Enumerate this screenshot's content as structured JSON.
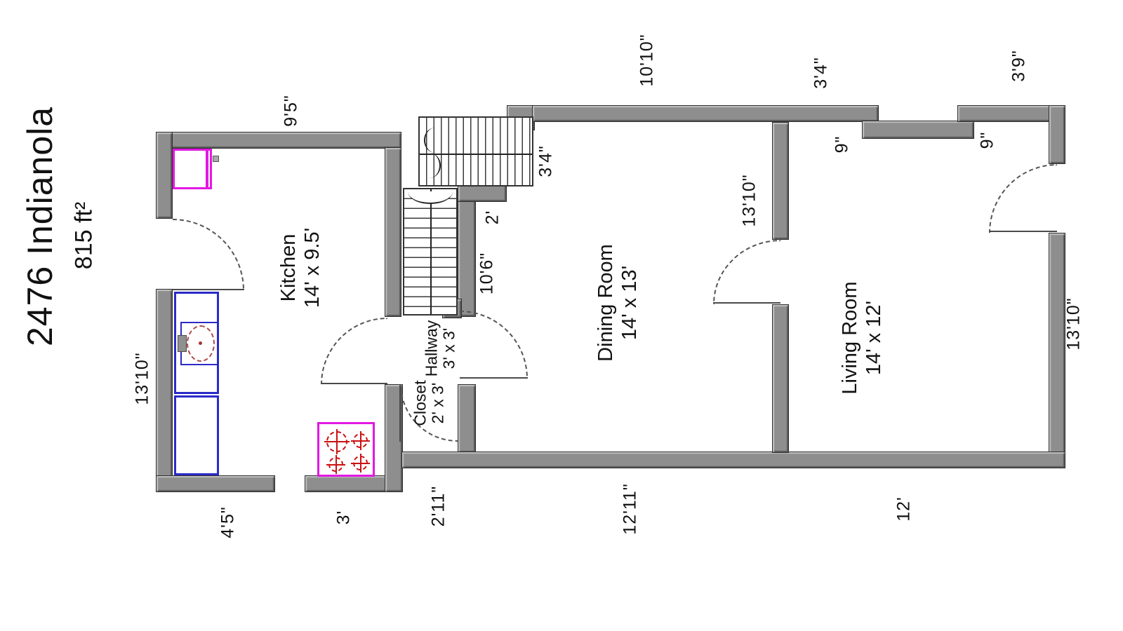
{
  "title": {
    "address": "2476 Indianola",
    "area": "815 ft²"
  },
  "rooms": [
    {
      "name": "Kitchen",
      "size": "14' x 9.5'"
    },
    {
      "name": "Dining Room",
      "size": "14' x 13'"
    },
    {
      "name": "Living Room",
      "size": "14' x 12'"
    },
    {
      "name": "Hallway",
      "size": "3' x 3'"
    },
    {
      "name": "Closet",
      "size": "2' x 3'"
    }
  ],
  "dims": {
    "kitchen_top_width": "9'5\"",
    "entry_stairs_width": "3'4\"",
    "landing_depth": "2'",
    "stairs_length": "10'6\"",
    "dining_top_width": "10'10\"",
    "nook_left_width": "3'4\"",
    "nook_depth_left": "9\"",
    "nook_depth_right": "9\"",
    "top_right_width": "3'9\"",
    "kitchen_left_height": "13'10\"",
    "dining_wall_height": "13'10\"",
    "living_right_height": "13'10\"",
    "kitchen_bottom_left": "4'5\"",
    "kitchen_bottom_right": "3'",
    "closet_bottom_width": "2'11\"",
    "dining_bottom_width": "12'11\"",
    "living_bottom_width": "12'"
  },
  "colors": {
    "wall": "#8e8e8e",
    "appliance_outline": "#e318e3",
    "counter_outline": "#2a2ac8",
    "burner_red": "#cc1111"
  }
}
